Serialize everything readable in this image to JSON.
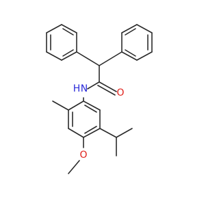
{
  "molecule": {
    "atoms": {
      "nitrogen": {
        "symbol": "N",
        "hydrogen": "H",
        "color": "#2b2bd9"
      },
      "carbonyl_oxygen": {
        "symbol": "O",
        "color": "#e0211b"
      },
      "methoxy_oxygen": {
        "symbol": "O",
        "color": "#e0211b"
      }
    },
    "bond_color": "#2a2a2a",
    "background": "#ffffff"
  }
}
